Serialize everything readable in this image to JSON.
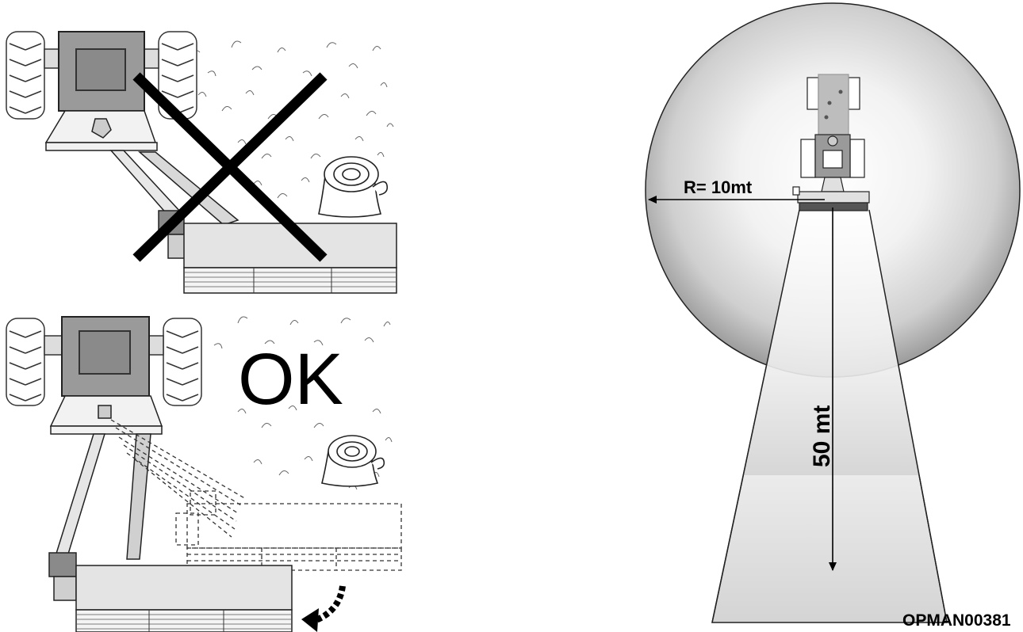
{
  "ok_label": "OK",
  "radius_label": "R= 10mt",
  "distance_label": "50 mt",
  "doc_code": "OPMAN00381"
}
